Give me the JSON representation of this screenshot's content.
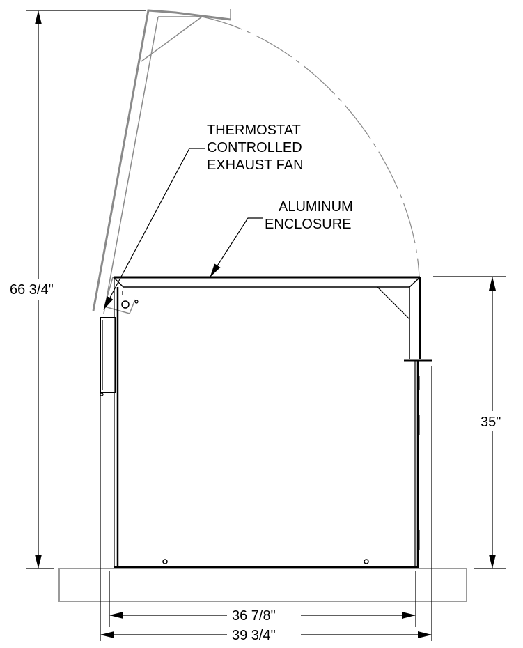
{
  "callouts": {
    "fan": {
      "lines": [
        "THERMOSTAT",
        "CONTROLLED",
        "EXHAUST FAN"
      ]
    },
    "enclosure": {
      "lines": [
        "ALUMINUM",
        "ENCLOSURE"
      ]
    }
  },
  "dimensions": {
    "overall_height": "66 3/4\"",
    "cabinet_height": "35\"",
    "inner_width": "36 7/8\"",
    "outer_width": "39 3/4\""
  },
  "colors": {
    "line": "#000000",
    "lid": "#8a8a8a",
    "base": "#9a9a9a"
  }
}
